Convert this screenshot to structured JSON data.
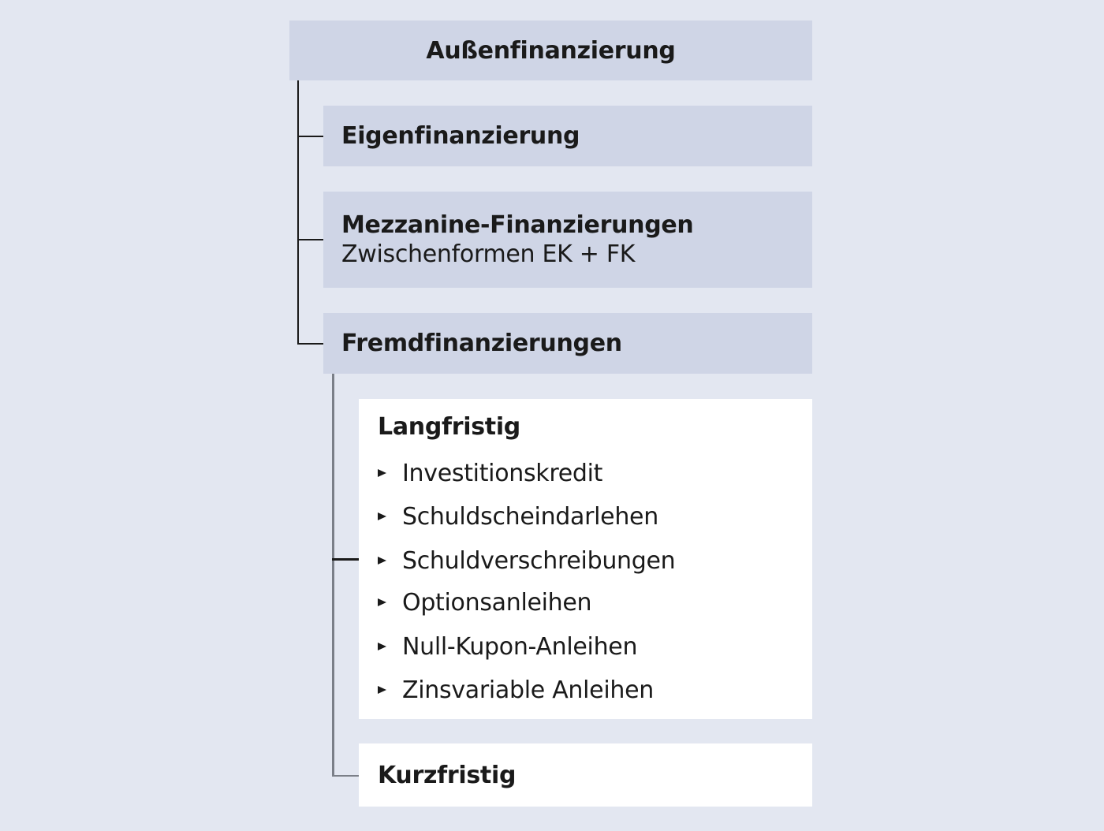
{
  "root": {
    "title": "Außenfinanzierung"
  },
  "categories": [
    {
      "title": "Eigenfinanzierung"
    },
    {
      "title": "Mezzanine-Finanzierungen",
      "subtitle": "Zwischenformen EK + FK"
    },
    {
      "title": "Fremdfinanzierungen"
    }
  ],
  "fremd": {
    "langfristig": {
      "title": "Langfristig",
      "items": [
        "Investitionskredit",
        "Schuldscheindarlehen",
        "Schuldverschreibungen",
        "Optionsanleihen",
        "Null-Kupon-Anleihen",
        "Zinsvariable Anleihen"
      ]
    },
    "kurzfristig": {
      "title": "Kurzfristig"
    }
  }
}
